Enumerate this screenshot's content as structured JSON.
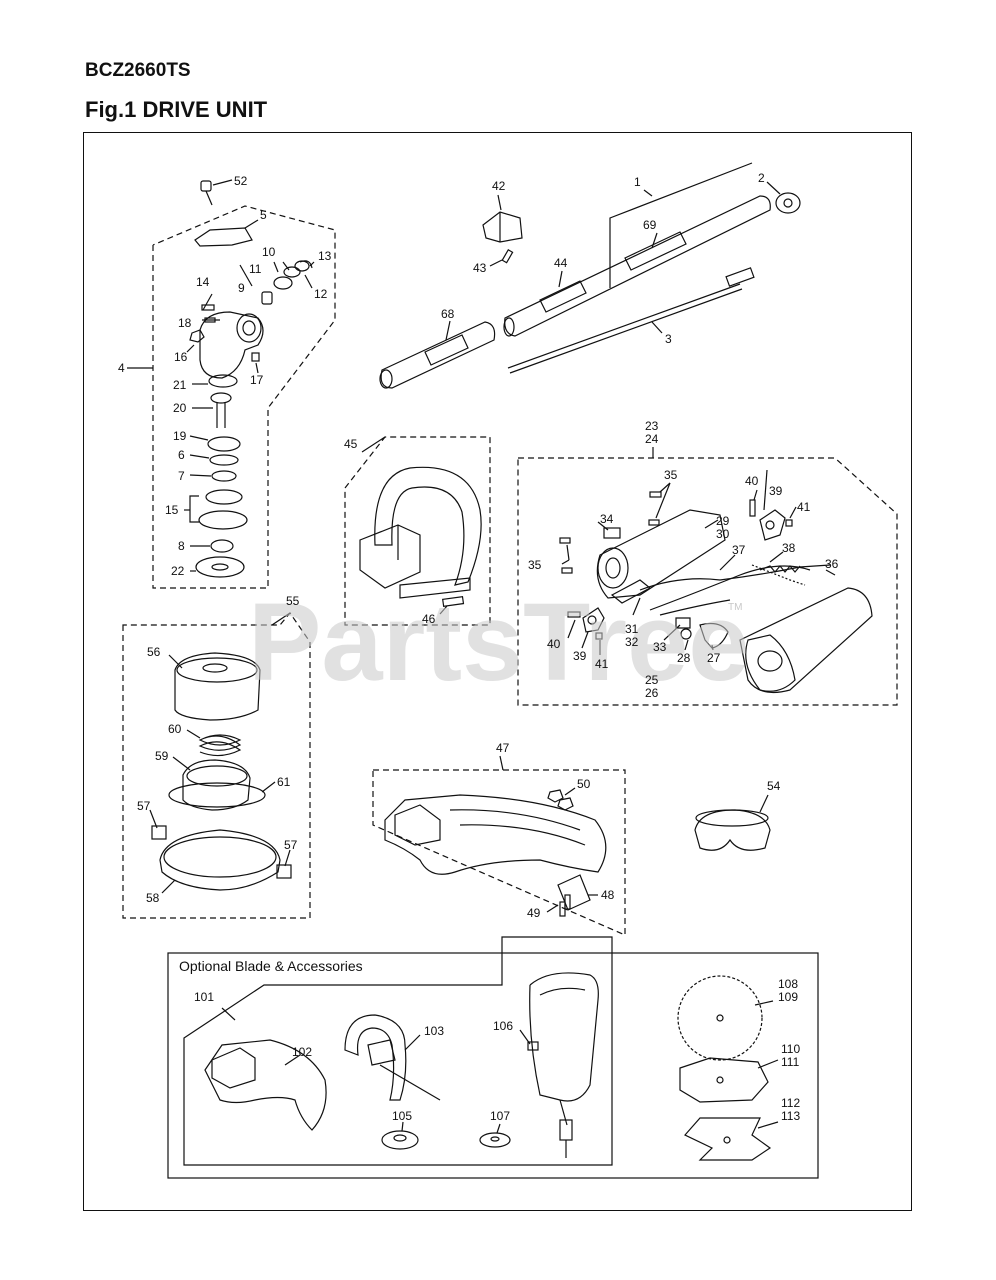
{
  "header": {
    "model": "BCZ2660TS",
    "figure_title": "Fig.1 DRIVE UNIT"
  },
  "watermark": {
    "text": "PartsTree",
    "trademark": "TM"
  },
  "optional_section": {
    "title": "Optional Blade & Accessories"
  },
  "part_labels": {
    "p1": "1",
    "p2": "2",
    "p3": "3",
    "p4": "4",
    "p5": "5",
    "p6": "6",
    "p7": "7",
    "p8": "8",
    "p9": "9",
    "p10": "10",
    "p11": "11",
    "p12": "12",
    "p13": "13",
    "p14": "14",
    "p15": "15",
    "p16": "16",
    "p17": "17",
    "p18": "18",
    "p19": "19",
    "p20": "20",
    "p21": "21",
    "p22": "22",
    "p23": "23",
    "p24": "24",
    "p25": "25",
    "p26": "26",
    "p27": "27",
    "p28": "28",
    "p29": "29",
    "p30": "30",
    "p31": "31",
    "p32": "32",
    "p33": "33",
    "p34": "34",
    "p35a": "35",
    "p35b": "35",
    "p36": "36",
    "p37": "37",
    "p38": "38",
    "p39a": "39",
    "p39b": "39",
    "p40a": "40",
    "p40b": "40",
    "p41a": "41",
    "p41b": "41",
    "p42": "42",
    "p43": "43",
    "p44": "44",
    "p45": "45",
    "p46": "46",
    "p47": "47",
    "p48": "48",
    "p49": "49",
    "p50": "50",
    "p52": "52",
    "p54": "54",
    "p55": "55",
    "p56": "56",
    "p57a": "57",
    "p57b": "57",
    "p58": "58",
    "p59": "59",
    "p60": "60",
    "p61": "61",
    "p68": "68",
    "p69": "69",
    "p101": "101",
    "p102": "102",
    "p103": "103",
    "p105": "105",
    "p106": "106",
    "p107": "107",
    "p108": "108",
    "p109": "109",
    "p110": "110",
    "p111": "111",
    "p112": "112",
    "p113": "113"
  }
}
